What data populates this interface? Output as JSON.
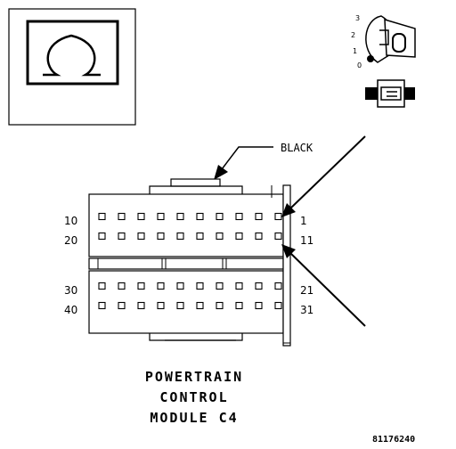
{
  "color_label": "BLACK",
  "pin_labels": {
    "row1_left": "10",
    "row2_left": "20",
    "row3_left": "30",
    "row4_left": "40",
    "row1_right": "1",
    "row2_right": "11",
    "row3_right": "21",
    "row4_right": "31"
  },
  "ignition_positions": [
    "3",
    "2",
    "1",
    "0"
  ],
  "caption": [
    "POWERTRAIN",
    "CONTROL",
    "MODULE C4"
  ],
  "figure_id": "81176240"
}
